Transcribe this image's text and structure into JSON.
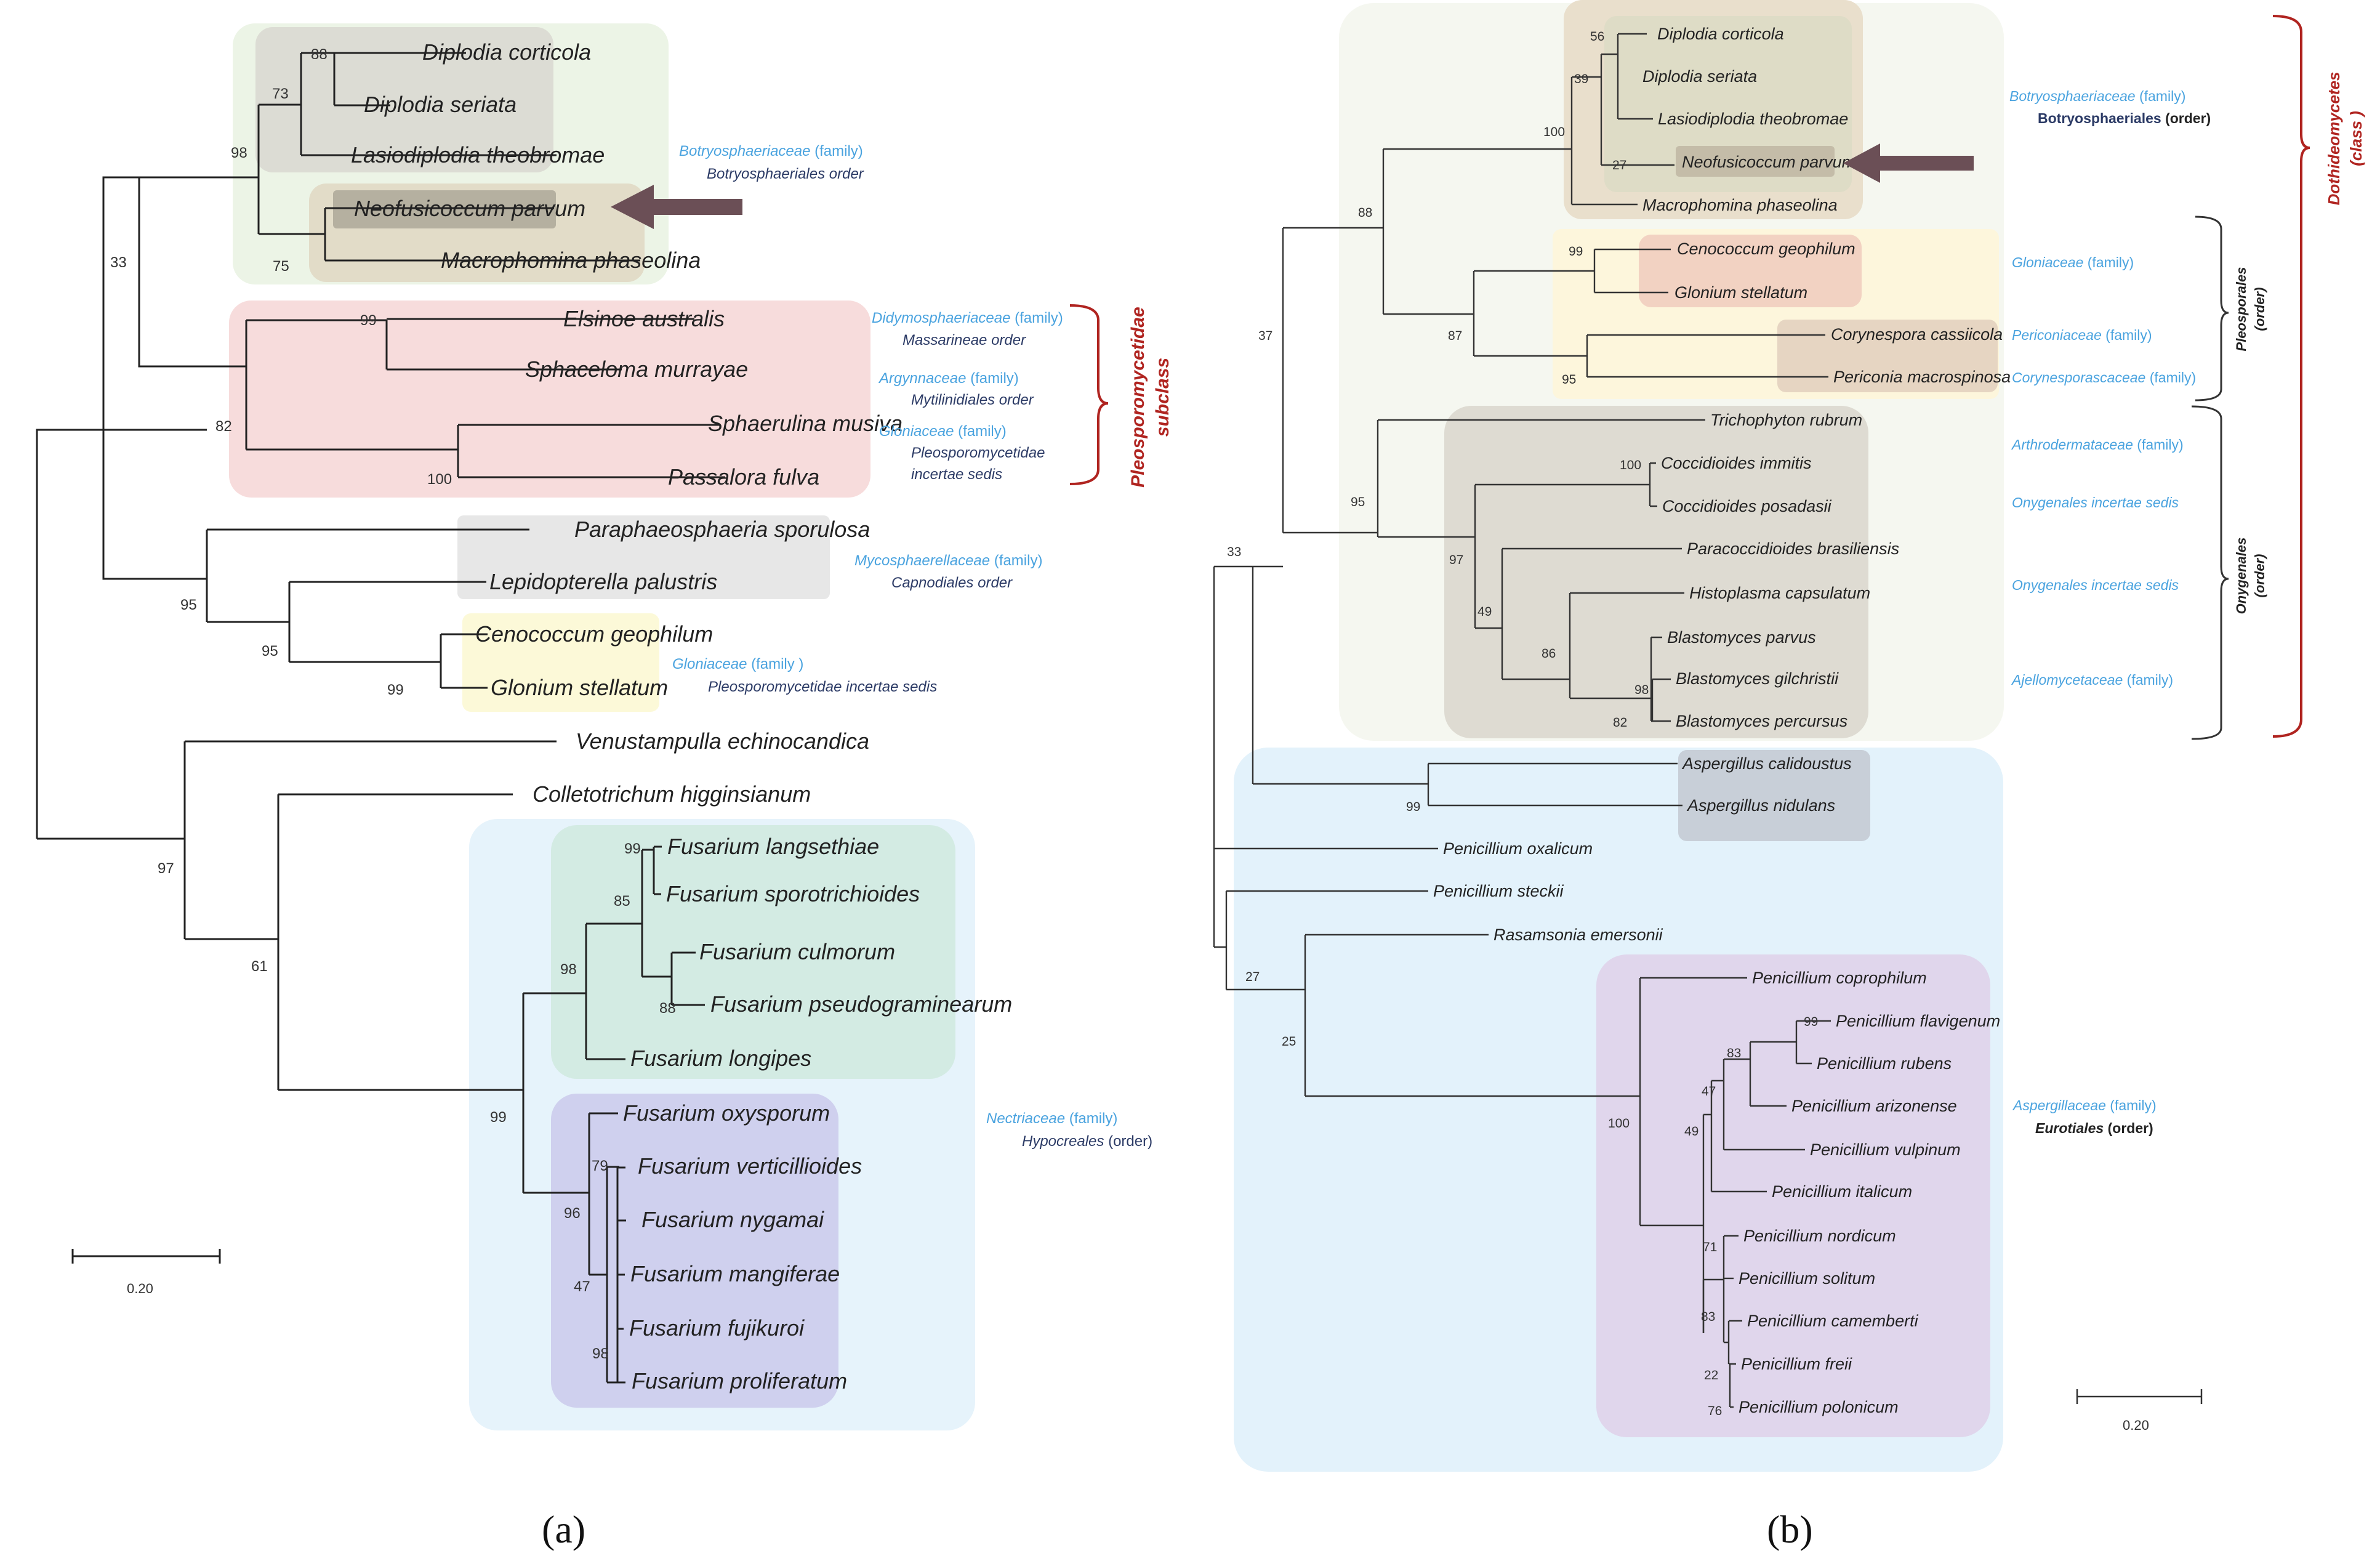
{
  "panels": {
    "a": {
      "label": "(a)",
      "scale_label": "0.20",
      "taxa": {
        "diplodia_corticola": "Diplodia corticola",
        "diplodia_seriata": "Diplodia seriata",
        "lasiodiplodia": "Lasiodiplodia theobromae",
        "neofusicoccum": "Neofusicoccum parvum",
        "macrophomina": "Macrophomina phaseolina",
        "elsinoe": "Elsinoe australis",
        "sphaceloma": "Sphaceloma murrayae",
        "sphaerulina": "Sphaerulina musiva",
        "passalora": "Passalora fulva",
        "paraphaeosphaeria": "Paraphaeosphaeria sporulosa",
        "lepidopterella": "Lepidopterella palustris",
        "cenococcum": "Cenococcum geophilum",
        "glonium": "Glonium stellatum",
        "venustampulla": "Venustampulla echinocandica",
        "colletotrichum": "Colletotrichum higginsianum",
        "f_langsethiae": "Fusarium langsethiae",
        "f_sporotrichioides": "Fusarium sporotrichioides",
        "f_culmorum": "Fusarium culmorum",
        "f_pseudograminearum": "Fusarium pseudograminearum",
        "f_longipes": "Fusarium longipes",
        "f_oxysporum": "Fusarium oxysporum",
        "f_verticillioides": "Fusarium verticillioides",
        "f_nygamai": "Fusarium nygamai",
        "f_mangiferae": "Fusarium mangiferae",
        "f_fujikuroi": "Fusarium fujikuroi",
        "f_proliferatum": "Fusarium proliferatum"
      },
      "bootstrap": {
        "b88": "88",
        "b73": "73",
        "b98": "98",
        "b75": "75",
        "b33": "33",
        "b99e": "99",
        "b82": "82",
        "b100": "100",
        "b95a": "95",
        "b95b": "95",
        "b99g": "99",
        "b97": "97",
        "b61": "61",
        "b99f": "99",
        "b85": "85",
        "b98f": "98",
        "b88f": "88",
        "b99o": "99",
        "b79": "79",
        "b96": "96",
        "b47": "47",
        "b98o": "98"
      },
      "annotations": {
        "botryo_family": "Botryosphaeriaceae",
        "botryo_family_suffix": " (family)",
        "botryo_order": "Botryosphaeriales order",
        "didymo_family": "Didymosphaeriaceae",
        "didymo_family_suffix": " (family)",
        "massarineae_order": "Massarineae order",
        "argynn_family": "Argynnaceae",
        "argynn_family_suffix": " (family)",
        "mytilinid_order": "Mytilinidiales order",
        "glonia_family": "Gloniaceae",
        "glonia_family_suffix": " (family)",
        "pleo_incertae_1": "Pleosporomycetidae",
        "pleo_incertae_2": "incertae sedis",
        "myco_family": "Mycosphaerellaceae",
        "myco_family_suffix": " (family)",
        "capnod_order": "Capnodiales order",
        "glonia2_family": "Gloniaceae",
        "glonia2_family_suffix": " (family )",
        "pleo_incertae_full": "Pleosporomycetidae incertae sedis",
        "nectria_family": "Nectriaceae",
        "nectria_family_suffix": " (family)",
        "hypocreales_order": "Hypocreales",
        "hypocreales_suffix": " (order)"
      },
      "subclass_label_1": "Pleosporomycetidae",
      "subclass_label_2": "subclass"
    },
    "b": {
      "label": "(b)",
      "scale_label": "0.20",
      "taxa": {
        "diplodia_corticola": "Diplodia corticola",
        "diplodia_seriata": "Diplodia seriata",
        "lasiodiplodia": "Lasiodiplodia theobromae",
        "neofusicoccum": "Neofusicoccum parvum",
        "macrophomina": "Macrophomina phaseolina",
        "cenococcum": "Cenococcum geophilum",
        "glonium": "Glonium stellatum",
        "corynespora": "Corynespora cassiicola",
        "periconia": "Periconia macrospinosa",
        "trichophyton": "Trichophyton rubrum",
        "cocci_immitis": "Coccidioides immitis",
        "cocci_posadasii": "Coccidioides posadasii",
        "paracocci": "Paracoccidioides brasiliensis",
        "histoplasma": "Histoplasma capsulatum",
        "blasto_parvus": "Blastomyces parvus",
        "blasto_gilchristii": "Blastomyces gilchristii",
        "blasto_percursus": "Blastomyces percursus",
        "asp_calidoustus": "Aspergillus calidoustus",
        "asp_nidulans": "Aspergillus nidulans",
        "pen_oxalicum": "Penicillium oxalicum",
        "pen_steckii": "Penicillium steckii",
        "rasamsonia": "Rasamsonia emersonii",
        "pen_coprophilum": "Penicillium coprophilum",
        "pen_flavigenum": "Penicillium flavigenum",
        "pen_rubens": "Penicillium rubens",
        "pen_arizonense": "Penicillium arizonense",
        "pen_vulpinum": "Penicillium vulpinum",
        "pen_italicum": "Penicillium italicum",
        "pen_nordicum": "Penicillium nordicum",
        "pen_solitum": "Penicillium solitum",
        "pen_camemberti": "Penicillium camemberti",
        "pen_freii": "Penicillium freii",
        "pen_polonicum": "Penicillium polonicum"
      },
      "bootstrap": {
        "b56": "56",
        "b39": "39",
        "b100": "100",
        "b27n": "27",
        "b88": "88",
        "b99c": "99",
        "b87": "87",
        "b95c": "95",
        "b37": "37",
        "b100c": "100",
        "b95t": "95",
        "b97": "97",
        "b49": "49",
        "b86": "86",
        "b98": "98",
        "b82": "82",
        "b33": "33",
        "b99a": "99",
        "b27": "27",
        "b25": "25",
        "b100p": "100",
        "b99p": "99",
        "b83": "83",
        "b47": "47",
        "b49p": "49",
        "b71": "71",
        "b83p": "83",
        "b22": "22",
        "b76": "76"
      },
      "annotations": {
        "botryo_family": "Botryosphaeriaceae",
        "botryo_family_suffix": " (family)",
        "botryo_order": "Botryosphaeriales",
        "botryo_order_suffix": " (order)",
        "glonia_family": "Gloniaceae",
        "glonia_family_suffix": " (family)",
        "pericon_family": "Periconiaceae",
        "pericon_family_suffix": " (family)",
        "coryne_family": "Corynesporascaceae",
        "coryne_family_suffix": "  (family)",
        "arthro_family": "Arthrodermataceae",
        "arthro_family_suffix": " (family)",
        "onyg_incertae_1": "Onygenales incertae sedis",
        "onyg_incertae_2": "Onygenales incertae sedis",
        "ajello_family": "Ajellomycetaceae",
        "ajello_family_suffix": " (family)",
        "asperg_family": "Aspergillaceae",
        "asperg_family_suffix": " (family)",
        "eurot_order": "Eurotiales",
        "eurot_order_suffix": " (order)"
      },
      "brackets": {
        "pleosporales_1": "Pleosporales",
        "pleosporales_2": "(order)",
        "onygenales_1": "Onygenales",
        "onygenales_2": "(order)",
        "dothideo_1": "Dothideomycetes",
        "dothideo_2": "(class )"
      }
    }
  },
  "colors": {
    "arrow": "#6b4f56",
    "bracket_red": "#b02420",
    "family_blue": "#4aa3df",
    "order_navy": "#2c3b66"
  }
}
